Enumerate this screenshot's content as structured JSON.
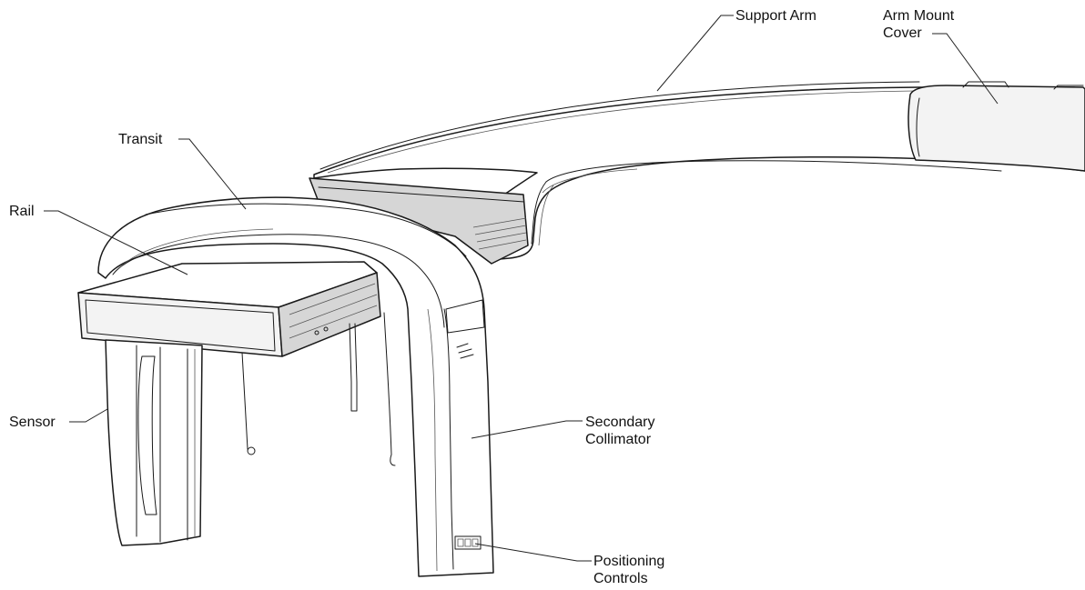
{
  "labels": {
    "support_arm": "Support Arm",
    "arm_mount_cover": [
      "Arm Mount",
      "Cover"
    ],
    "transit": "Transit",
    "rail": "Rail",
    "sensor": "Sensor",
    "secondary_collimator": [
      "Secondary",
      "Collimator"
    ],
    "positioning_controls": [
      "Positioning",
      "Controls"
    ]
  },
  "colors": {
    "line": "#1a1a1a",
    "background": "#ffffff"
  }
}
